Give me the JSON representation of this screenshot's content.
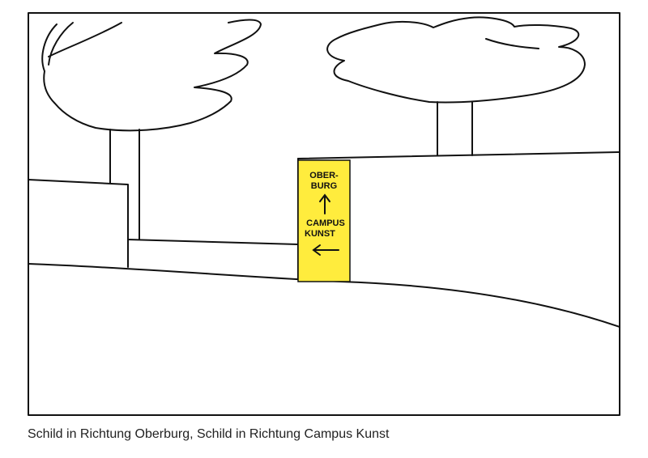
{
  "sign": {
    "line1": "OBER-",
    "line2": "BURG",
    "arrow1": "up-arrow-icon",
    "line3": "CAMPUS",
    "line4": "KUNST",
    "arrow2": "left-arrow-icon",
    "color": "#ffec3d"
  },
  "caption": "Schild in Richtung Oberburg, Schild in Richtung Campus Kunst"
}
